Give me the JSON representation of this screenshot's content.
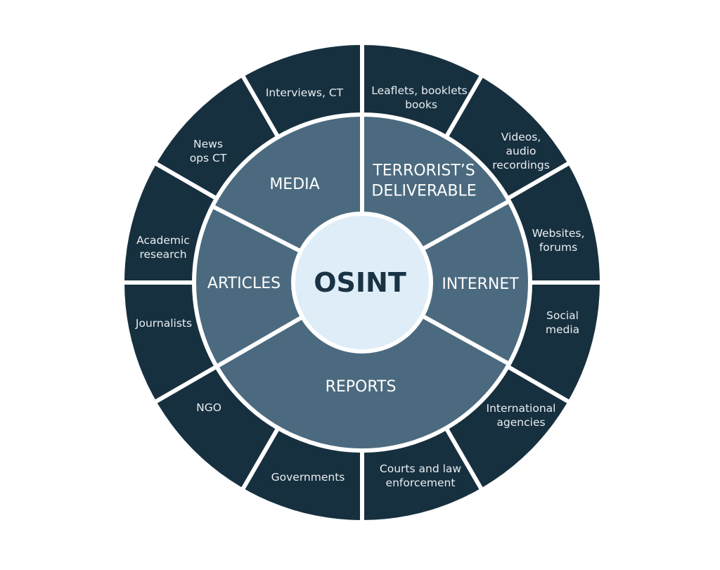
{
  "colors": {
    "outer_ring": "#17303f",
    "middle_ring": "#4b6a7f",
    "center": "#deedf7",
    "separator": "#ffffff"
  },
  "center": {
    "label": "OSINT"
  },
  "middle_ring": [
    {
      "id": "media",
      "lines": [
        "MEDIA"
      ]
    },
    {
      "id": "terrorists",
      "lines": [
        "TERRORIST’S",
        "DELIVERABLE"
      ]
    },
    {
      "id": "internet",
      "lines": [
        "INTERNET"
      ]
    },
    {
      "id": "reports",
      "lines": [
        "REPORTS"
      ]
    },
    {
      "id": "articles",
      "lines": [
        "ARTICLES"
      ]
    }
  ],
  "outer_ring": [
    {
      "id": "interviews",
      "lines": [
        "Interviews, CT"
      ]
    },
    {
      "id": "leaflets",
      "lines": [
        "Leaflets, booklets,",
        "books"
      ]
    },
    {
      "id": "videos",
      "lines": [
        "Videos,",
        "audio",
        "recordings"
      ]
    },
    {
      "id": "websites",
      "lines": [
        "Websites,",
        "forums"
      ]
    },
    {
      "id": "social",
      "lines": [
        "Social",
        "media"
      ]
    },
    {
      "id": "international",
      "lines": [
        "International",
        "agencies"
      ]
    },
    {
      "id": "courts",
      "lines": [
        "Courts and law",
        "enforcement"
      ]
    },
    {
      "id": "governments",
      "lines": [
        "Governments"
      ]
    },
    {
      "id": "ngo",
      "lines": [
        "NGO"
      ]
    },
    {
      "id": "journalists",
      "lines": [
        "Journalists"
      ]
    },
    {
      "id": "academic",
      "lines": [
        "Academic",
        "research"
      ]
    },
    {
      "id": "news",
      "lines": [
        "News",
        "ops CT"
      ]
    }
  ]
}
